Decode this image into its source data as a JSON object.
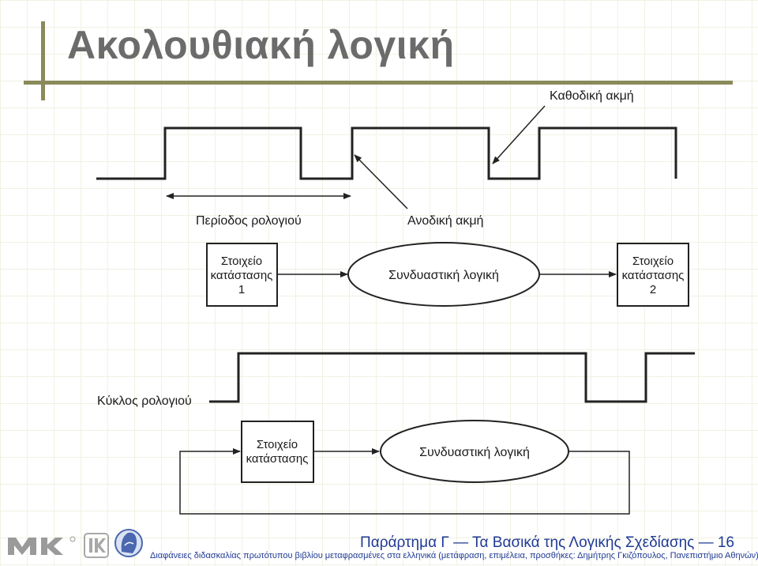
{
  "slide": {
    "title": "Ακολουθιακή λογική"
  },
  "diagram": {
    "falling_edge_label": "Καθοδική ακμή",
    "clock_period_label": "Περίοδος ρολογιού",
    "rising_edge_label": "Ανοδική ακμή",
    "state_element_1": [
      "Στοιχείο",
      "κατάστασης",
      "1"
    ],
    "combinational_logic": "Συνδυαστική λογική",
    "state_element_2": [
      "Στοιχείο",
      "κατάστασης",
      "2"
    ],
    "clock_cycle_label": "Κύκλος ρολογιού",
    "state_element": [
      "Στοιχείο",
      "κατάστασης"
    ],
    "combinational_logic_2": "Συνδυαστική λογική"
  },
  "footer": {
    "title": "Παράρτημα Γ — Τα Βασικά της Λογικής Σχεδίασης — 16",
    "note": "Διαφάνειες διδασκαλίας πρωτότυπου βιβλίου μεταφρασμένες στα ελληνικά (μετάφραση, επιμέλεια, προσθήκες: Δημήτρης Γκιζόπουλος, Πανεπιστήμιο Αθηνών)"
  },
  "colors": {
    "title": "#6b6b6b",
    "accent_bar": "#8a8a5a",
    "footer_text": "#1f3a93",
    "grid": "#f1f1e4"
  },
  "icons": [
    "mk-logo-icon",
    "ik-logo-icon",
    "athena-head-icon"
  ]
}
